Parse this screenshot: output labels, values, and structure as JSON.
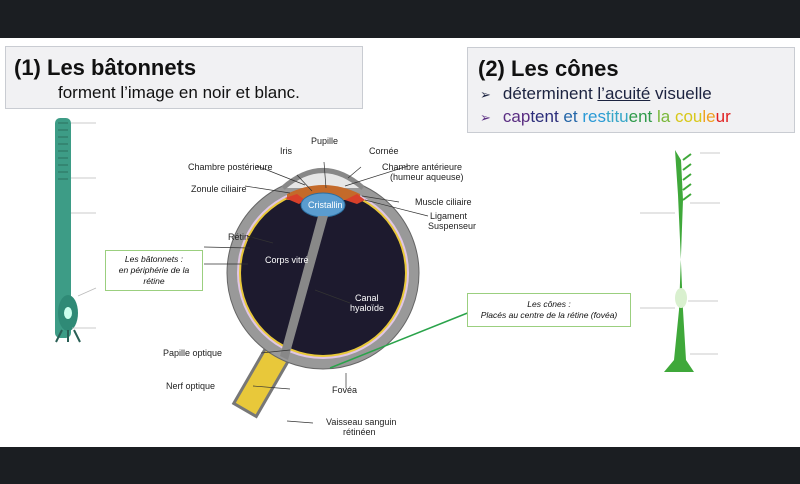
{
  "rods": {
    "title": "(1)  Les bâtonnets",
    "subtitle": "forment l’image en noir et blanc."
  },
  "cones": {
    "title": "(2) Les cônes",
    "bullet1": {
      "pre": "déterminent ",
      "underlined": "l’acuité",
      "post": " visuelle"
    },
    "bullet2": [
      {
        "t": "cap",
        "c": "#5a2d82"
      },
      {
        "t": "tent ",
        "c": "#2b2d7a"
      },
      {
        "t": "et ",
        "c": "#2466a8"
      },
      {
        "t": "res",
        "c": "#2a9ad6"
      },
      {
        "t": "titu",
        "c": "#36a6c8"
      },
      {
        "t": "ent ",
        "c": "#2e9a4a"
      },
      {
        "t": "la ",
        "c": "#7ab83a"
      },
      {
        "t": "cou",
        "c": "#d8c81a"
      },
      {
        "t": "le",
        "c": "#f0a020"
      },
      {
        "t": "ur",
        "c": "#e02020"
      }
    ]
  },
  "eye_labels": {
    "pupille": "Pupille",
    "iris": "Iris",
    "cornee": "Cornée",
    "chambre_post": "Chambre postérieure",
    "chambre_ant": "Chambre antérieure",
    "humeur": "(humeur aqueuse)",
    "zonule": "Zonule ciliaire",
    "cristallin": "Cristallin",
    "muscle": "Muscle ciliaire",
    "ligament": "Ligament",
    "suspenseur": "Suspenseur",
    "retine": "Rétine",
    "corps_vitre": "Corps vitré",
    "canal": "Canal",
    "hyaloide": "hyaloïde",
    "papille": "Papille optique",
    "nerf": "Nerf optique",
    "fovea": "Fovéa",
    "vaisseau": "Vaisseau sanguin",
    "retineen": "rétinéen"
  },
  "callouts": {
    "rods": [
      "Les bâtonnets :",
      "en périphérie de la",
      "rétine"
    ],
    "cones": [
      "Les cônes :",
      "Placés au centre de la rétine (fovéa)"
    ]
  }
}
